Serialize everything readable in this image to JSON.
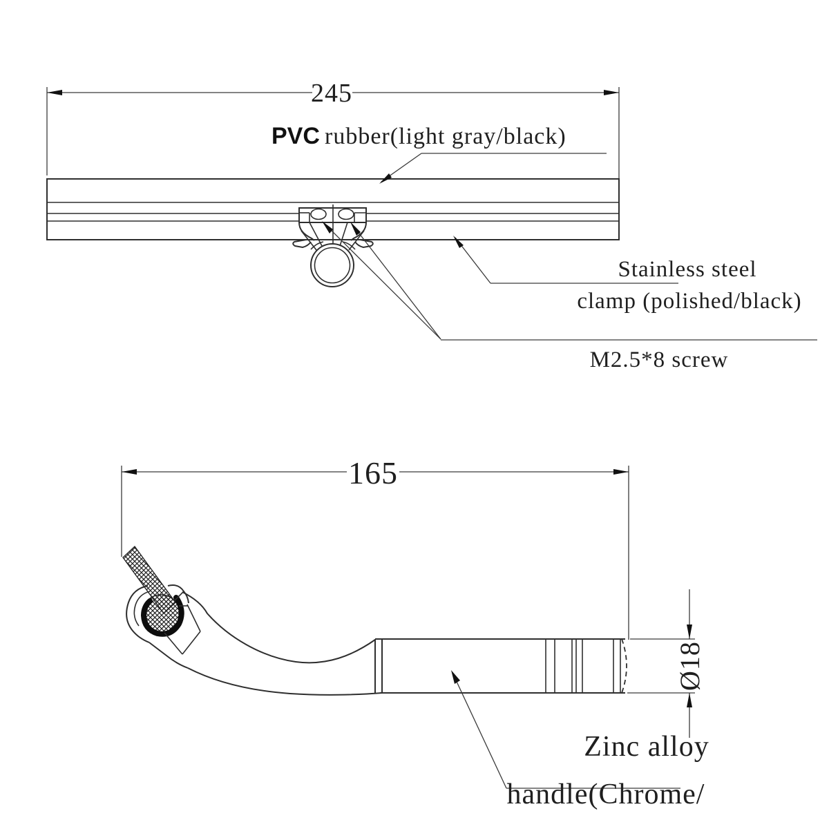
{
  "page": {
    "background": "#ffffff",
    "ink_color": "#2e2e2e",
    "dim_color": "#3a3a3a"
  },
  "top_view": {
    "dim_width": "245",
    "pvc_label": {
      "prefix": "PVC",
      "text": "rubber(light gray/black)"
    },
    "clamp_label": {
      "line1": "Stainless steel",
      "line2": "clamp (polished/black)"
    },
    "screw_label": "M2.5*8 screw"
  },
  "bottom_view": {
    "dim_length": "165",
    "dim_diameter": "Ø18",
    "handle_label": {
      "line1": "Zinc alloy",
      "line2": "handle(Chrome/"
    }
  }
}
